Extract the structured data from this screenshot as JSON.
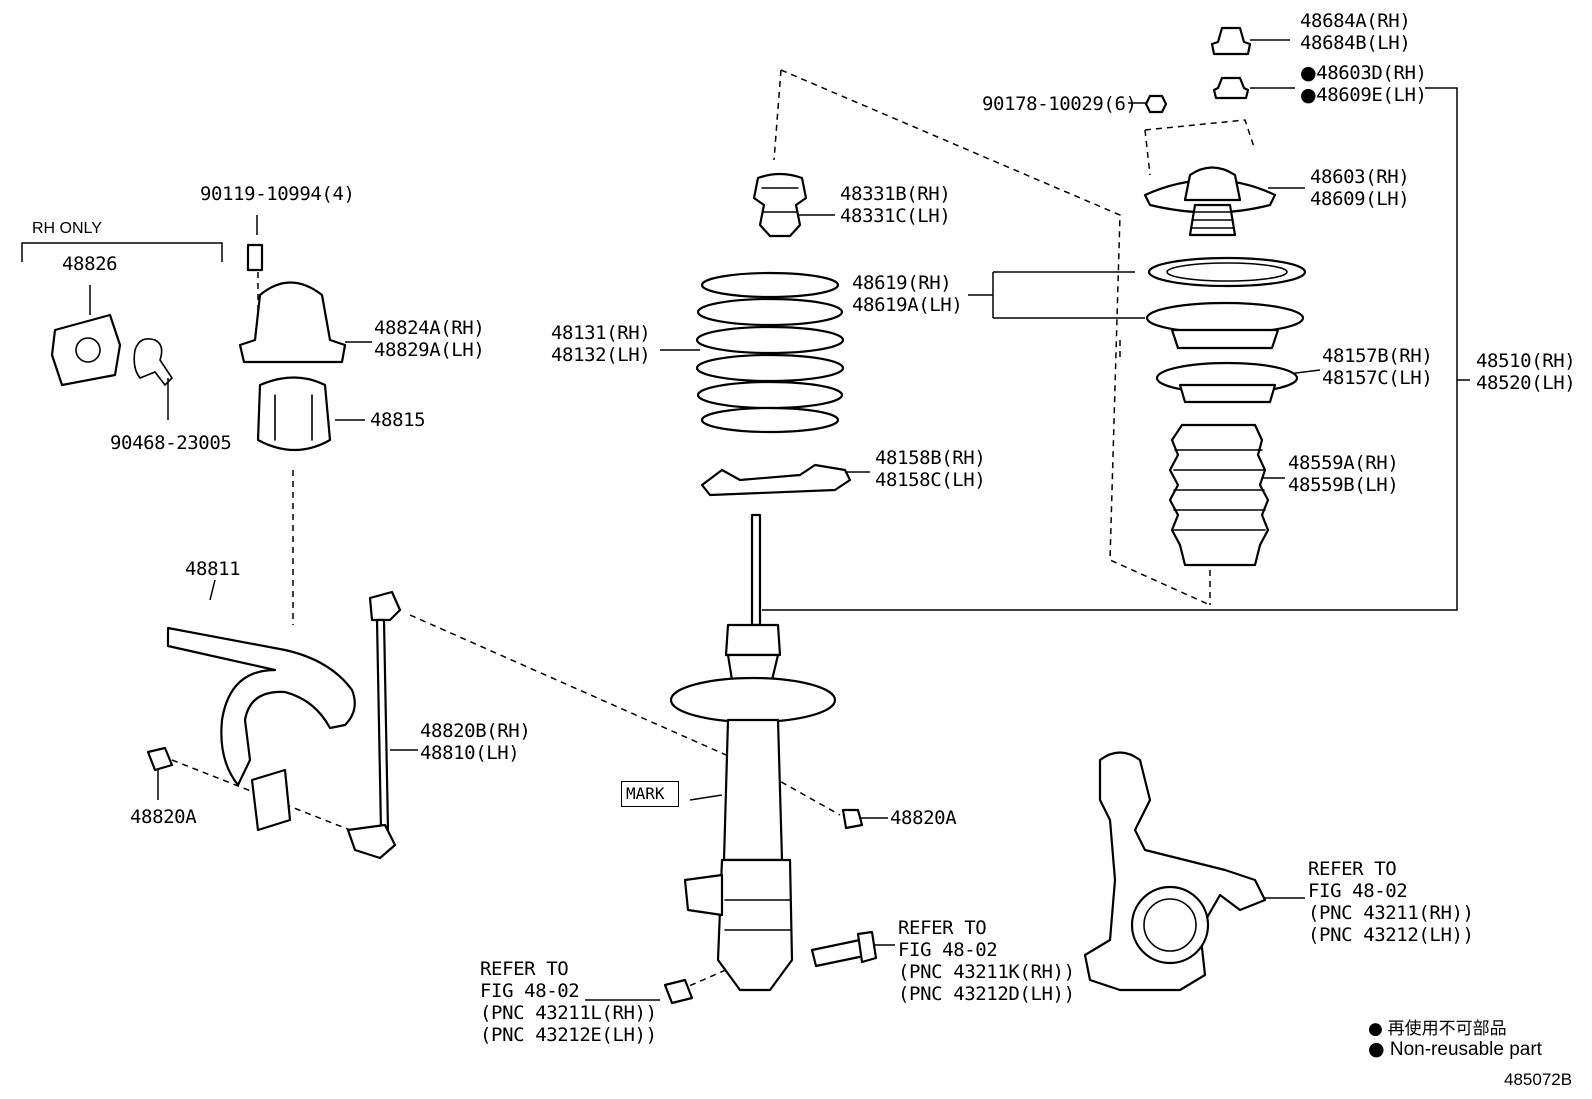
{
  "rh_only": "RH ONLY",
  "mark": "MARK",
  "figure_code": "485072B",
  "legend": {
    "jp": "再使用不可部品",
    "en": "Non-reusable part"
  },
  "labels": {
    "p48684": [
      "48684A(RH)",
      "48684B(LH)"
    ],
    "p48603d": [
      "48603D(RH)",
      "48609E(LH)"
    ],
    "p90178": "90178-10029(6)",
    "p48603": [
      "48603(RH)",
      "48609(LH)"
    ],
    "p48331": [
      "48331B(RH)",
      "48331C(LH)"
    ],
    "p48619": [
      "48619(RH)",
      "48619A(LH)"
    ],
    "p48131": [
      "48131(RH)",
      "48132(LH)"
    ],
    "p48157": [
      "48157B(RH)",
      "48157C(LH)"
    ],
    "p48510": [
      "48510(RH)",
      "48520(LH)"
    ],
    "p48559": [
      "48559A(RH)",
      "48559B(LH)"
    ],
    "p48158": [
      "48158B(RH)",
      "48158C(LH)"
    ],
    "p90119": "90119-10994(4)",
    "p48826": "48826",
    "p48824": [
      "48824A(RH)",
      "48829A(LH)"
    ],
    "p48815": "48815",
    "p90468": "90468-23005",
    "p48811": "48811",
    "p48820b": [
      "48820B(RH)",
      "48810(LH)"
    ],
    "p48820a_left": "48820A",
    "p48820a_right": "48820A",
    "refer_knuckle": [
      "REFER TO",
      "FIG 48-02",
      "(PNC 43211(RH))",
      "(PNC 43212(LH))"
    ],
    "refer_bolt": [
      "REFER TO",
      "FIG 48-02",
      "(PNC 43211K(RH))",
      "(PNC 43212D(LH))"
    ],
    "refer_nut": [
      "REFER TO",
      "FIG 48-02",
      "(PNC 43211L(RH))",
      "(PNC 43212E(LH))"
    ]
  }
}
